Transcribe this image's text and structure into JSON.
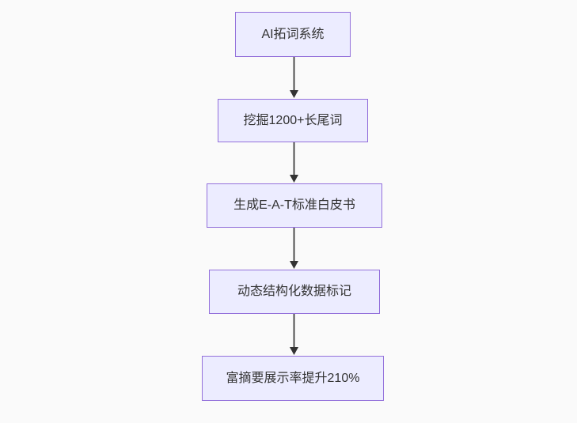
{
  "diagram": {
    "type": "flowchart-top-down",
    "colors": {
      "background": "#fafafa",
      "node_fill": "#ECECFF",
      "node_border": "#9370DB",
      "arrow": "#333333",
      "text": "#333333"
    },
    "nodes": [
      {
        "id": "A",
        "label": "AI拓词系统"
      },
      {
        "id": "B",
        "label": "挖掘1200+长尾词"
      },
      {
        "id": "C",
        "label": "生成E-A-T标准白皮书"
      },
      {
        "id": "D",
        "label": "动态结构化数据标记"
      },
      {
        "id": "E",
        "label": "富摘要展示率提升210%"
      }
    ],
    "edges": [
      {
        "from": "A",
        "to": "B"
      },
      {
        "from": "B",
        "to": "C"
      },
      {
        "from": "C",
        "to": "D"
      },
      {
        "from": "D",
        "to": "E"
      }
    ]
  }
}
